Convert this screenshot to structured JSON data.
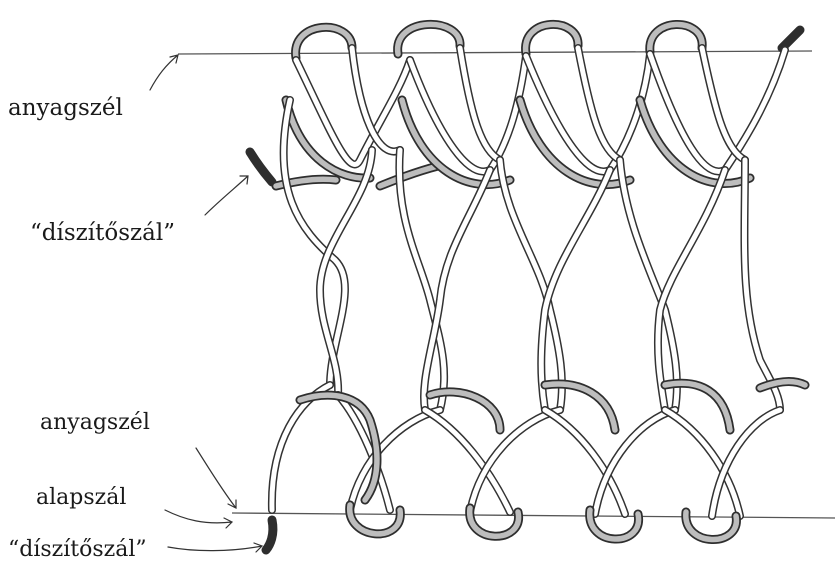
{
  "labels": {
    "top_edge": "anyagszél",
    "top_decorative": "“díszítőszál”",
    "bottom_edge": "anyagszél",
    "base_thread": "alapszál",
    "bottom_decorative": "“díszítőszál”"
  },
  "colors": {
    "background": "#ffffff",
    "pencil": "#333333",
    "decorative_fill": "#bdbdbd"
  }
}
